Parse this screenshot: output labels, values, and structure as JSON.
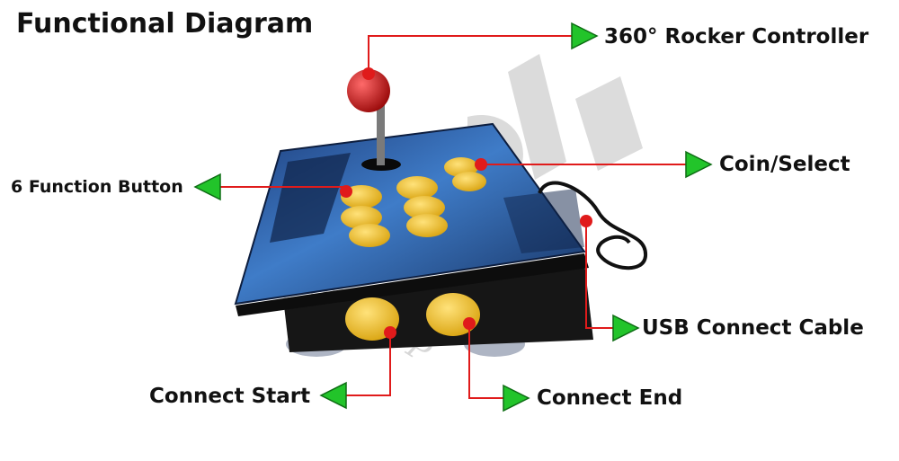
{
  "title": "Functional Diagram",
  "watermark": "omgGCP",
  "callouts": {
    "rocker": "360° Rocker Controller",
    "coin": "Coin/Select",
    "function": "6 Function Button",
    "usb": "USB Connect Cable",
    "start": "Connect Start",
    "end": "Connect End"
  },
  "colors": {
    "leader": "#e01b1b",
    "arrow": "#22c42a",
    "button": "#f2c21e",
    "ball": "#c81414",
    "panel": "#2b5fa8",
    "body": "#1a1a1a"
  }
}
